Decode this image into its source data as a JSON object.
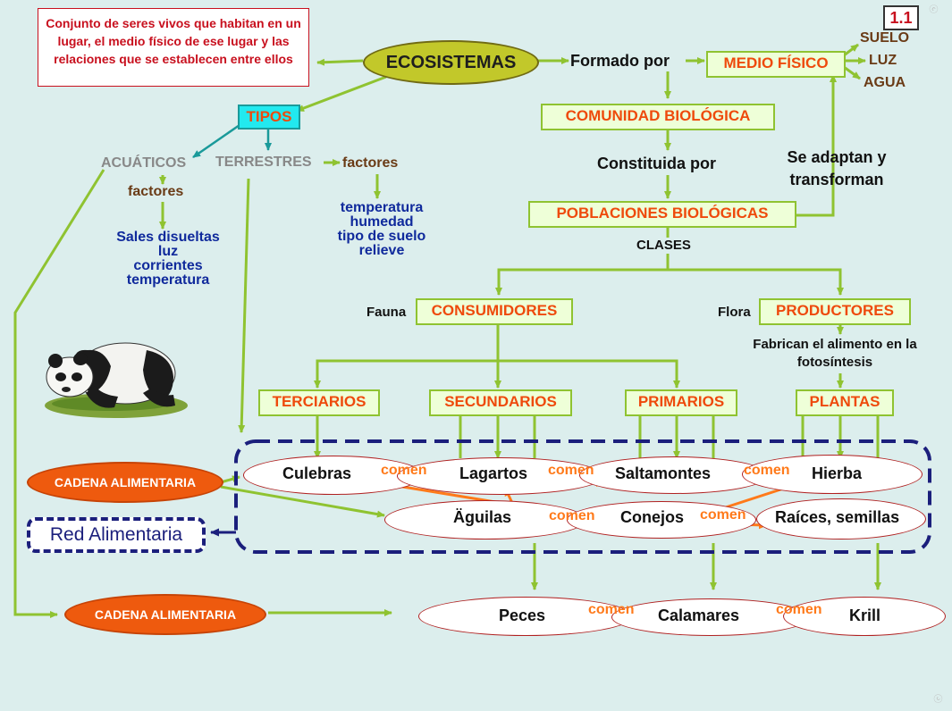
{
  "badge": "1.1",
  "definition": "Conjunto de seres vivos que habitan en un lugar, el medio físico de ese lugar y las relaciones que se establecen entre ellos",
  "ecosistemas": "ECOSISTEMAS",
  "formado_por": "Formado por",
  "medio_fisico": "MEDIO FÍSICO",
  "medio_items": [
    "SUELO",
    "LUZ",
    "AGUA"
  ],
  "comunidad": "COMUNIDAD BIOLÓGICA",
  "constituida_por": "Constituida por",
  "se_adaptan": "Se adaptan y transforman",
  "poblaciones": "POBLACIONES BIOLÓGICAS",
  "clases": "CLASES",
  "tipos": "TIPOS",
  "acuaticos": "ACUÁTICOS",
  "terrestres": "TERRESTRES",
  "factores_acuaticos": "factores",
  "factores_terrestres": "factores",
  "acuaticos_factores": [
    "Sales disueltas",
    "luz",
    "corrientes",
    "temperatura"
  ],
  "terrestres_factores": [
    "temperatura",
    "humedad",
    "tipo de suelo",
    "relieve"
  ],
  "fauna": "Fauna",
  "consumidores": "CONSUMIDORES",
  "flora": "Flora",
  "productores": "PRODUCTORES",
  "fotosintesis": "Fabrican el alimento en la fotosíntesis",
  "terciarios": "TERCIARIOS",
  "secundarios": "SECUNDARIOS",
  "primarios": "PRIMARIOS",
  "plantas": "PLANTAS",
  "cadena_1": "CADENA ALIMENTARIA",
  "cadena_2": "CADENA ALIMENTARIA",
  "red_alimentaria": "Red Alimentaria",
  "terrestrial_nodes": [
    "Culebras",
    "Lagartos",
    "Saltamontes",
    "Hierba",
    "Äguilas",
    "Conejos",
    "Raíces, semillas"
  ],
  "aquatic_nodes": [
    "Peces",
    "Calamares",
    "Krill"
  ],
  "comen": "comen",
  "colors": {
    "background": "#dceeed",
    "line": "#8fc331",
    "box_fill": "#eeffd8",
    "box_text": "#ee4a0c",
    "arrow": "#ff7a1a",
    "factor_text": "#102a9c",
    "definition": "#c8101e",
    "navy": "#1b1f7c",
    "cadena": "#ee5a0e"
  }
}
